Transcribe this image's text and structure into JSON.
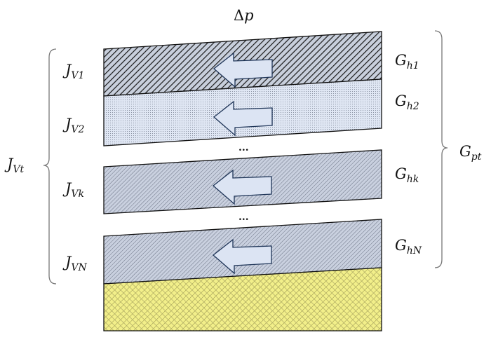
{
  "title": {
    "delta": "Δ",
    "var": "p"
  },
  "left_labels": [
    {
      "main": "J",
      "sub": "V1"
    },
    {
      "main": "J",
      "sub": "V2"
    },
    {
      "main": "J",
      "sub": "Vk"
    },
    {
      "main": "J",
      "sub": "VN"
    }
  ],
  "left_total": {
    "main": "J",
    "sub": "Vt"
  },
  "right_labels": [
    {
      "main": "G",
      "sub": "h1"
    },
    {
      "main": "G",
      "sub": "h2"
    },
    {
      "main": "G",
      "sub": "hk"
    },
    {
      "main": "G",
      "sub": "hN"
    }
  ],
  "right_total": {
    "main": "G",
    "sub": "pt"
  },
  "ellipsis": "...",
  "colors": {
    "layer_light": "#dfe6f3",
    "layer_gray": "#c9d0df",
    "arrow_fill": "#dce4f3",
    "arrow_stroke": "#1f3558",
    "substrate": "#f2ef8a"
  }
}
